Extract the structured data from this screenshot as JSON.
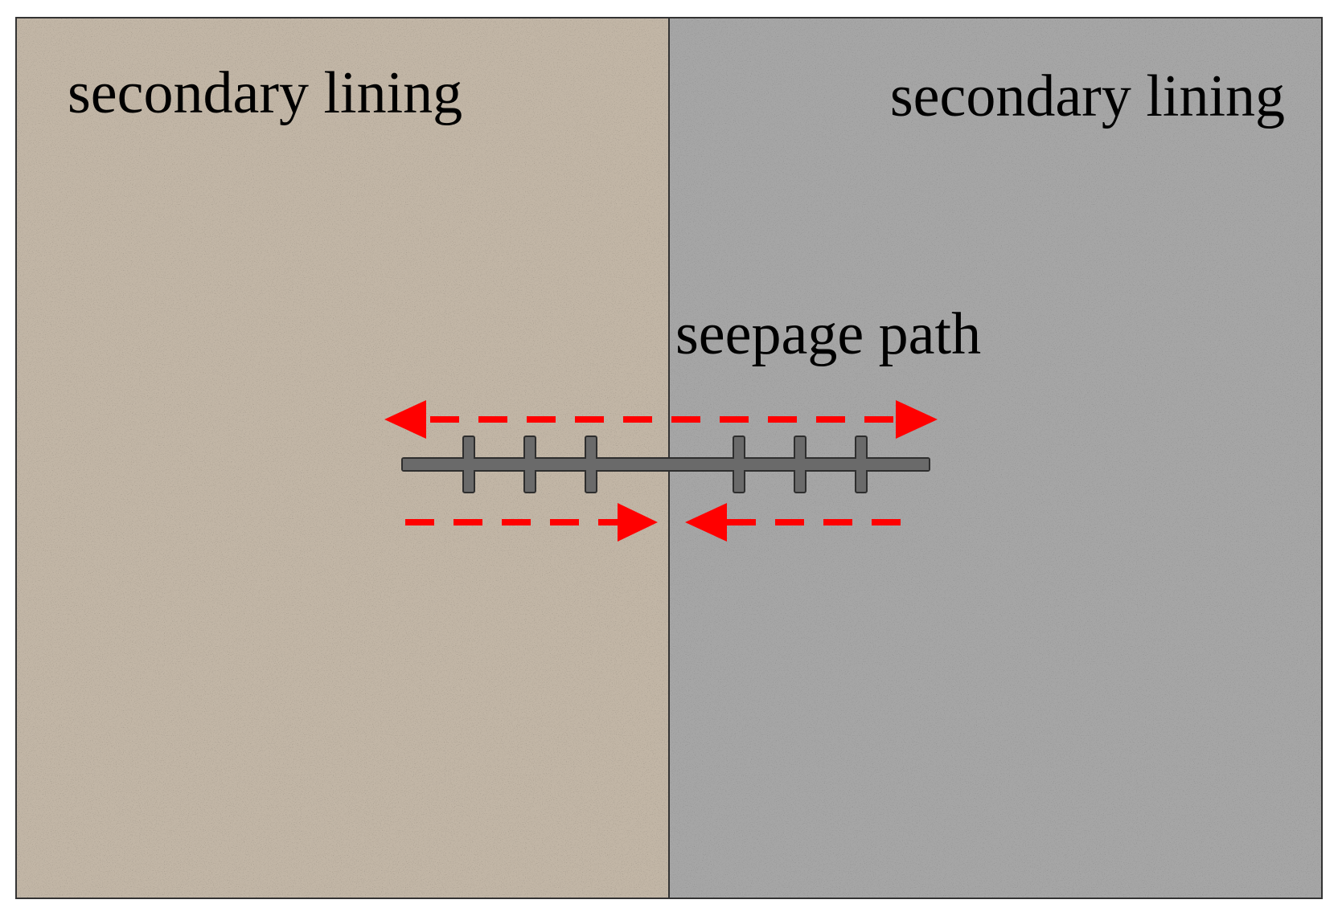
{
  "labels": {
    "left_lining": "secondary lining",
    "right_lining": "secondary lining",
    "seepage_path": "seepage path"
  },
  "colors": {
    "left_panel": "#c2b6a6",
    "right_panel": "#a6a6a6",
    "waterstop": "#6a6a6a",
    "seepage_arrow": "#ff0000",
    "border": "#333333"
  }
}
